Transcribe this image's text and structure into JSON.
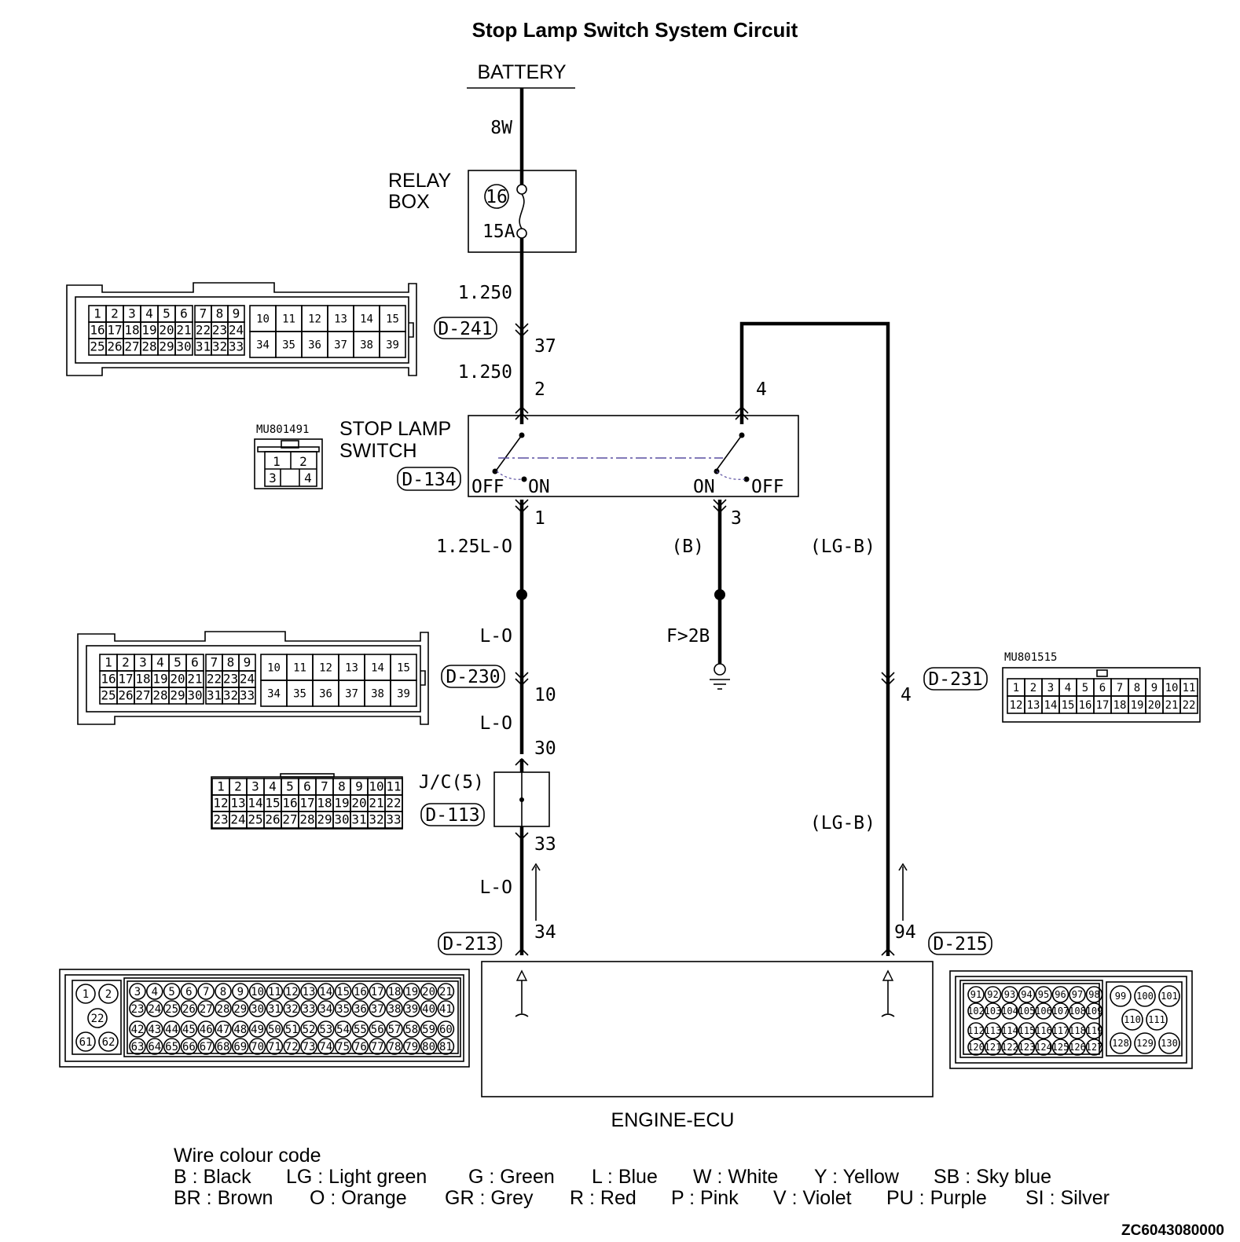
{
  "title": "Stop Lamp Switch System Circuit",
  "battery": "BATTERY",
  "wire_8w": "8W",
  "relay_box": {
    "line1": "RELAY",
    "line2": "BOX",
    "fuse_no": "16",
    "fuse_rating": "15A"
  },
  "wires": {
    "w1_250_top": "1.250",
    "w1_250_bot": "1.250",
    "w_125lo": "1.25L-O",
    "w_b": "(B)",
    "w_lgb_top": "(LG-B)",
    "w_lgb_bot": "(LG-B)",
    "w_lo_1": "L-O",
    "w_lo_2": "L-O",
    "w_lo_3": "L-O",
    "ground_ref": "F>2B"
  },
  "connectors": {
    "d241": "D-241",
    "d134": "D-134",
    "d230": "D-230",
    "d231": "D-231",
    "d113": "D-113",
    "d213": "D-213",
    "d215": "D-215",
    "jc": "J/C(5)"
  },
  "pins": {
    "p37": "37",
    "p2": "2",
    "p4_top": "4",
    "p1": "1",
    "p3": "3",
    "p10": "10",
    "p30": "30",
    "p33": "33",
    "p34": "34",
    "p4_d231": "4",
    "p94": "94"
  },
  "stop_lamp_switch": {
    "line1": "STOP LAMP",
    "line2": "SWITCH",
    "off1": "OFF",
    "on1": "ON",
    "on2": "ON",
    "off2": "OFF"
  },
  "part_numbers": {
    "mu801491": "MU801491",
    "mu801515": "MU801515"
  },
  "ecu": "ENGINE-ECU",
  "legend": {
    "heading": "Wire colour code",
    "row1": [
      "B : Black",
      "LG : Light green",
      "G : Green",
      "L : Blue",
      "W : White",
      "Y : Yellow",
      "SB : Sky blue"
    ],
    "row2": [
      "BR : Brown",
      "O : Orange",
      "GR : Grey",
      "R : Red",
      "P : Pink",
      "V : Violet",
      "PU : Purple",
      "SI : Silver"
    ]
  },
  "doc_code": "ZC6043080000",
  "connector_faces": {
    "d241_left": [
      [
        "1",
        "2",
        "3",
        "4",
        "5",
        "6"
      ],
      [
        "16",
        "17",
        "18",
        "19",
        "20",
        "21"
      ],
      [
        "25",
        "26",
        "27",
        "28",
        "29",
        "30"
      ]
    ],
    "d241_mid": [
      [
        "7",
        "8",
        "9"
      ],
      [
        "22",
        "23",
        "24"
      ],
      [
        "31",
        "32",
        "33"
      ]
    ],
    "d241_right": [
      [
        "10",
        "11",
        "12",
        "13",
        "14",
        "15"
      ],
      [
        "34",
        "35",
        "36",
        "37",
        "38",
        "39"
      ]
    ],
    "d134": [
      [
        "1",
        "2"
      ],
      [
        "3",
        "4"
      ]
    ],
    "d231": [
      [
        "1",
        "2",
        "3",
        "4",
        "5",
        "6",
        "7",
        "8",
        "9",
        "10",
        "11"
      ],
      [
        "12",
        "13",
        "14",
        "15",
        "16",
        "17",
        "18",
        "19",
        "20",
        "21",
        "22"
      ]
    ],
    "d113": [
      [
        "1",
        "2",
        "3",
        "4",
        "5",
        "6",
        "7",
        "8",
        "9",
        "10",
        "11"
      ],
      [
        "12",
        "13",
        "14",
        "15",
        "16",
        "17",
        "18",
        "19",
        "20",
        "21",
        "22"
      ],
      [
        "23",
        "24",
        "25",
        "26",
        "27",
        "28",
        "29",
        "30",
        "31",
        "32",
        "33"
      ]
    ],
    "ecu_left_small": [
      [
        "1",
        "2"
      ],
      [
        "22"
      ],
      [
        "61",
        "62"
      ]
    ],
    "ecu_left_main": [
      [
        "3",
        "4",
        "5",
        "6",
        "7",
        "8",
        "9",
        "10",
        "11",
        "12",
        "13",
        "14",
        "15",
        "16",
        "17",
        "18",
        "19",
        "20",
        "21"
      ],
      [
        "23",
        "24",
        "25",
        "26",
        "27",
        "28",
        "29",
        "30",
        "31",
        "32",
        "33",
        "34",
        "35",
        "36",
        "37",
        "38",
        "39",
        "40",
        "41"
      ],
      [
        "42",
        "43",
        "44",
        "45",
        "46",
        "47",
        "48",
        "49",
        "50",
        "51",
        "52",
        "53",
        "54",
        "55",
        "56",
        "57",
        "58",
        "59",
        "60"
      ],
      [
        "63",
        "64",
        "65",
        "66",
        "67",
        "68",
        "69",
        "70",
        "71",
        "72",
        "73",
        "74",
        "75",
        "76",
        "77",
        "78",
        "79",
        "80",
        "81"
      ]
    ],
    "ecu_right_main": [
      [
        "91",
        "92",
        "93",
        "94",
        "95",
        "96",
        "97",
        "98"
      ],
      [
        "102",
        "103",
        "104",
        "105",
        "106",
        "107",
        "108",
        "109"
      ],
      [
        "112",
        "113",
        "114",
        "115",
        "116",
        "117",
        "118",
        "119"
      ],
      [
        "120",
        "121",
        "122",
        "123",
        "124",
        "125",
        "126",
        "127"
      ]
    ],
    "ecu_right_big": [
      [
        "99",
        "100",
        "101"
      ],
      [
        "110",
        "111"
      ],
      [
        "128",
        "129",
        "130"
      ]
    ]
  }
}
